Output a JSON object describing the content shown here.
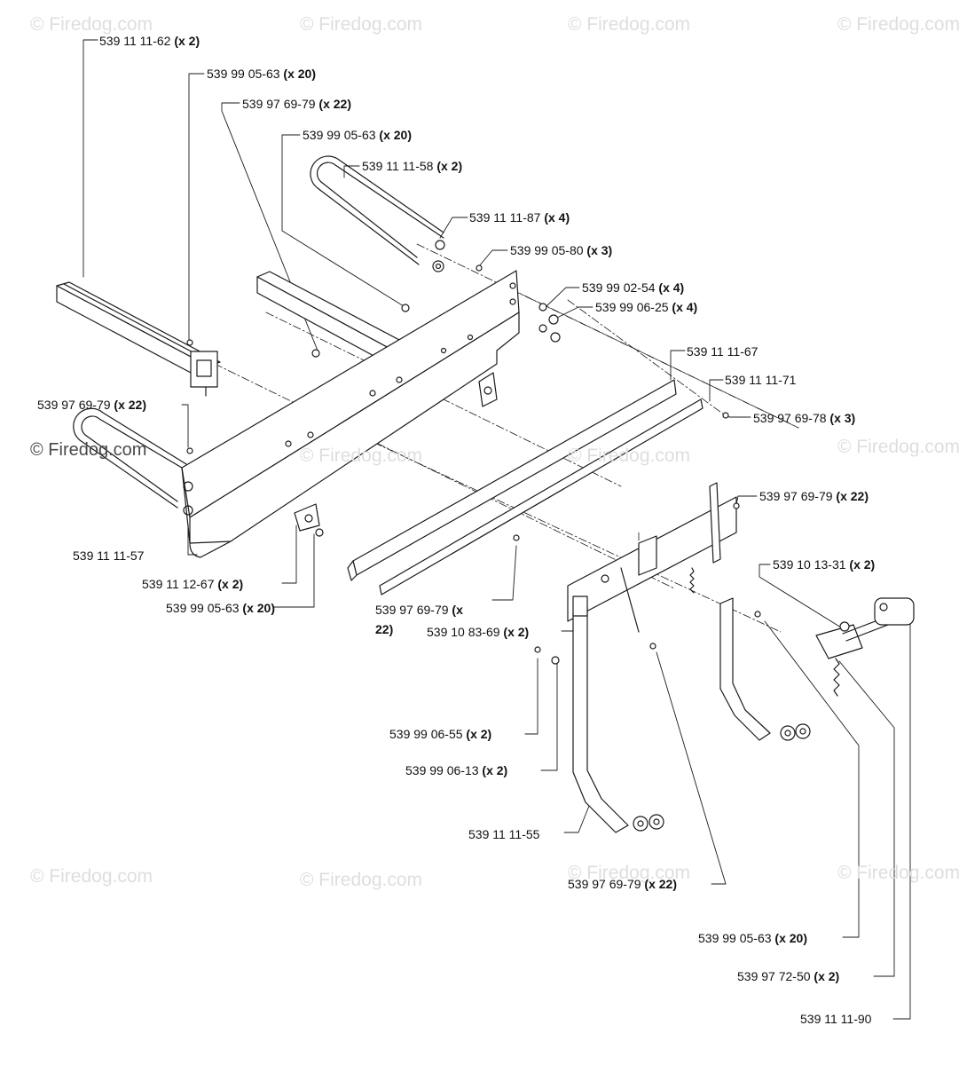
{
  "watermarks": [
    "© Firedog.com",
    "© Firedog.com",
    "© Firedog.com",
    "© Firedog.com",
    "© Firedog.com",
    "© Firedog.com",
    "© Firedog.com",
    "© Firedog.com",
    "© Firedog.com",
    "© Firedog.com",
    "© Firedog.com",
    "© Firedog.com"
  ],
  "labels": [
    {
      "part": "539 11 11-62",
      "qty": "(x 2)"
    },
    {
      "part": "539 99 05-63",
      "qty": "(x 20)"
    },
    {
      "part": "539 97 69-79",
      "qty": "(x 22)"
    },
    {
      "part": "539 99 05-63",
      "qty": "(x 20)"
    },
    {
      "part": "539 11 11-58",
      "qty": "(x 2)"
    },
    {
      "part": "539 11 11-87",
      "qty": "(x 4)"
    },
    {
      "part": "539 99 05-80",
      "qty": "(x 3)"
    },
    {
      "part": "539 99 02-54",
      "qty": "(x 4)"
    },
    {
      "part": "539 99 06-25",
      "qty": "(x 4)"
    },
    {
      "part": "539 11 11-67",
      "qty": ""
    },
    {
      "part": "539 11 11-71",
      "qty": ""
    },
    {
      "part": "539 97 69-78",
      "qty": "(x 3)"
    },
    {
      "part": "539 97 69-79",
      "qty": "(x 22)"
    },
    {
      "part": "539 97 69-79",
      "qty": "(x 22)"
    },
    {
      "part": "539 11 11-57",
      "qty": ""
    },
    {
      "part": "539 11 12-67",
      "qty": "(x 2)"
    },
    {
      "part": "539 99 05-63",
      "qty": "(x 20)"
    },
    {
      "part": "539 97 69-79",
      "qty": "(x"
    },
    {
      "part": "",
      "qty": "22)"
    },
    {
      "part": "539 10 83-69",
      "qty": "(x 2)"
    },
    {
      "part": "539 10 13-31",
      "qty": "(x 2)"
    },
    {
      "part": "539 99 06-55",
      "qty": "(x 2)"
    },
    {
      "part": "539 99 06-13",
      "qty": "(x 2)"
    },
    {
      "part": "539 11 11-55",
      "qty": ""
    },
    {
      "part": "539 97 69-79",
      "qty": "(x 22)"
    },
    {
      "part": "539 99 05-63",
      "qty": "(x 20)"
    },
    {
      "part": "539 97 72-50",
      "qty": "(x 2)"
    },
    {
      "part": "539 11 11-90",
      "qty": ""
    }
  ]
}
